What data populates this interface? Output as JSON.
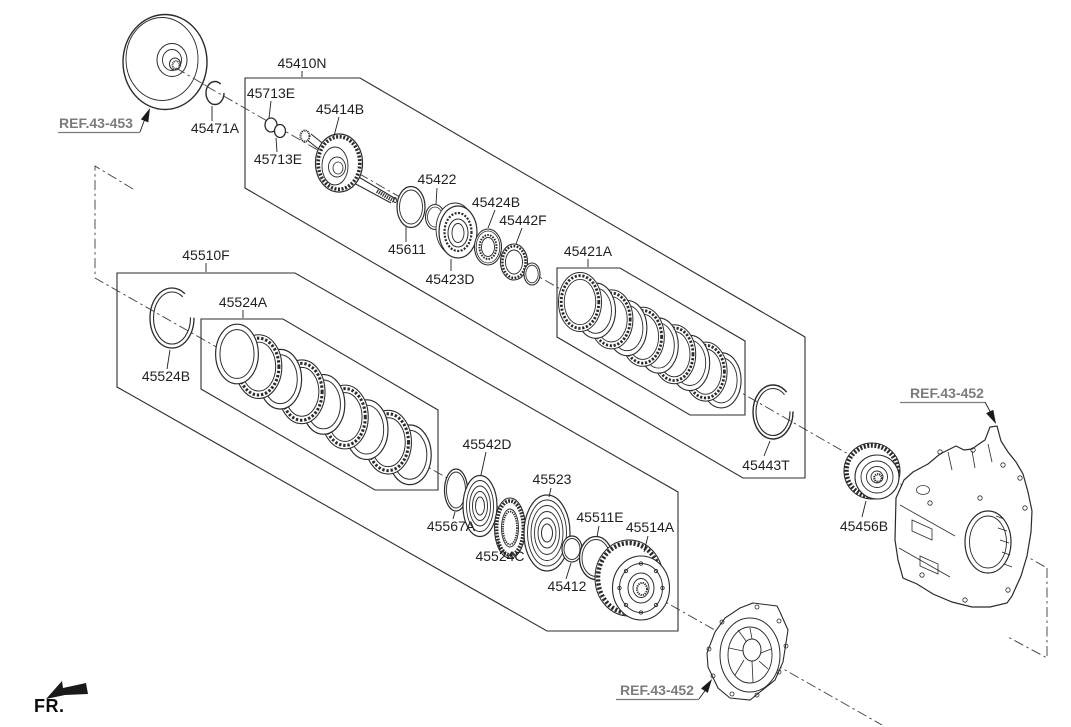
{
  "colors": {
    "background": "#ffffff",
    "line_art": "#2b2b2b",
    "part_label_text": "#1f1f1f",
    "reference_label_text": "#7c7c7c",
    "centerline": "#3f3f3f"
  },
  "orientation": {
    "front": "FR."
  },
  "references": {
    "converter": "REF.43-453",
    "case": "REF.43-452"
  },
  "labels": {
    "p45410N": "45410N",
    "p45713E": "45713E",
    "p45414B": "45414B",
    "p45471A": "45471A",
    "p45422": "45422",
    "p45611": "45611",
    "p45423D": "45423D",
    "p45424B": "45424B",
    "p45442F": "45442F",
    "p45421A": "45421A",
    "p45443T": "45443T",
    "p45510F": "45510F",
    "p45524B": "45524B",
    "p45524A": "45524A",
    "p45542D": "45542D",
    "p45567A": "45567A",
    "p45524C": "45524C",
    "p45523": "45523",
    "p45412": "45412",
    "p45511E": "45511E",
    "p45514A": "45514A",
    "p45456B": "45456B"
  }
}
